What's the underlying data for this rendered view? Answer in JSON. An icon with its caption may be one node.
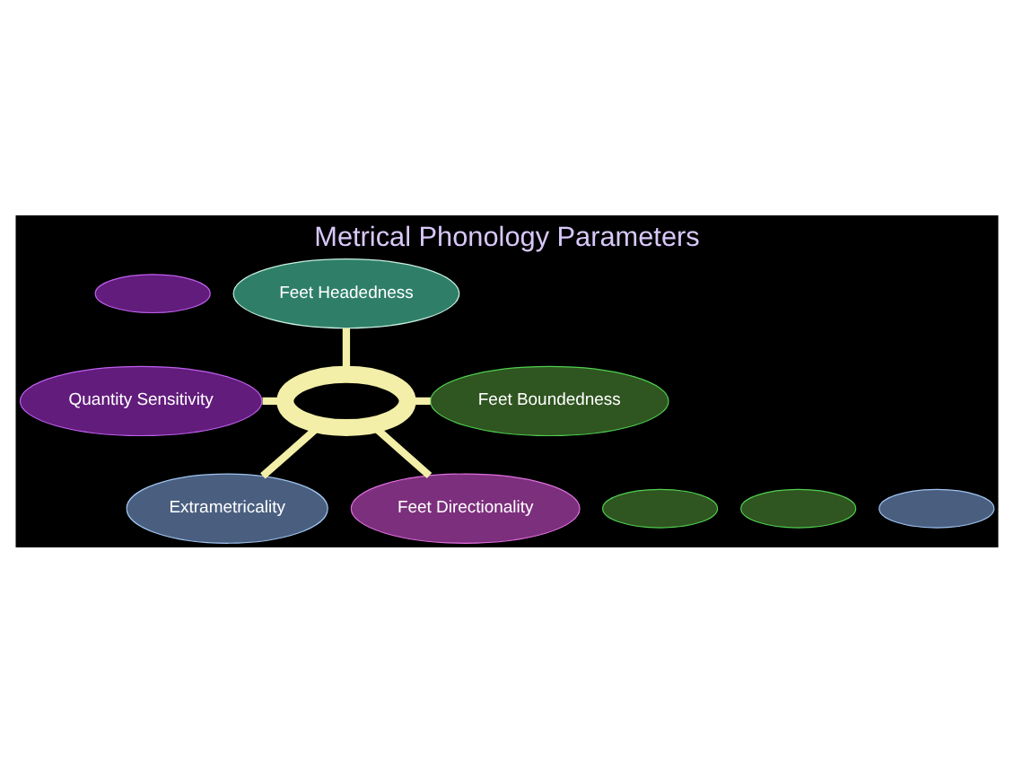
{
  "diagram": {
    "title": "Metrical Phonology Parameters",
    "nodes": [
      {
        "text": [],
        "shape": "ellipse"
      },
      {
        "text": [
          "Feet Headedness"
        ]
      },
      {
        "text": [
          "Quantity Sensitivity"
        ]
      },
      {
        "text": [
          "Feet Boundedness"
        ]
      },
      {
        "text": [],
        "shape": "ring"
      },
      {
        "text": [],
        "shape": "ellipse"
      },
      {
        "text": [],
        "shape": "ellipse"
      },
      {
        "text": [
          "Extrametricality"
        ]
      },
      {
        "text": [
          "Feet Directionality"
        ]
      },
      {
        "text": [],
        "shape": "ellipse"
      }
    ],
    "edges": [
      {
        "from": 4,
        "to": 1,
        "arrow": "none"
      },
      {
        "from": 4,
        "to": 3,
        "arrow": "none"
      },
      {
        "from": 4,
        "to": 8,
        "arrow": "none"
      },
      {
        "from": 4,
        "to": 7,
        "arrow": "none"
      },
      {
        "from": 4,
        "to": 2,
        "arrow": "none"
      }
    ]
  }
}
